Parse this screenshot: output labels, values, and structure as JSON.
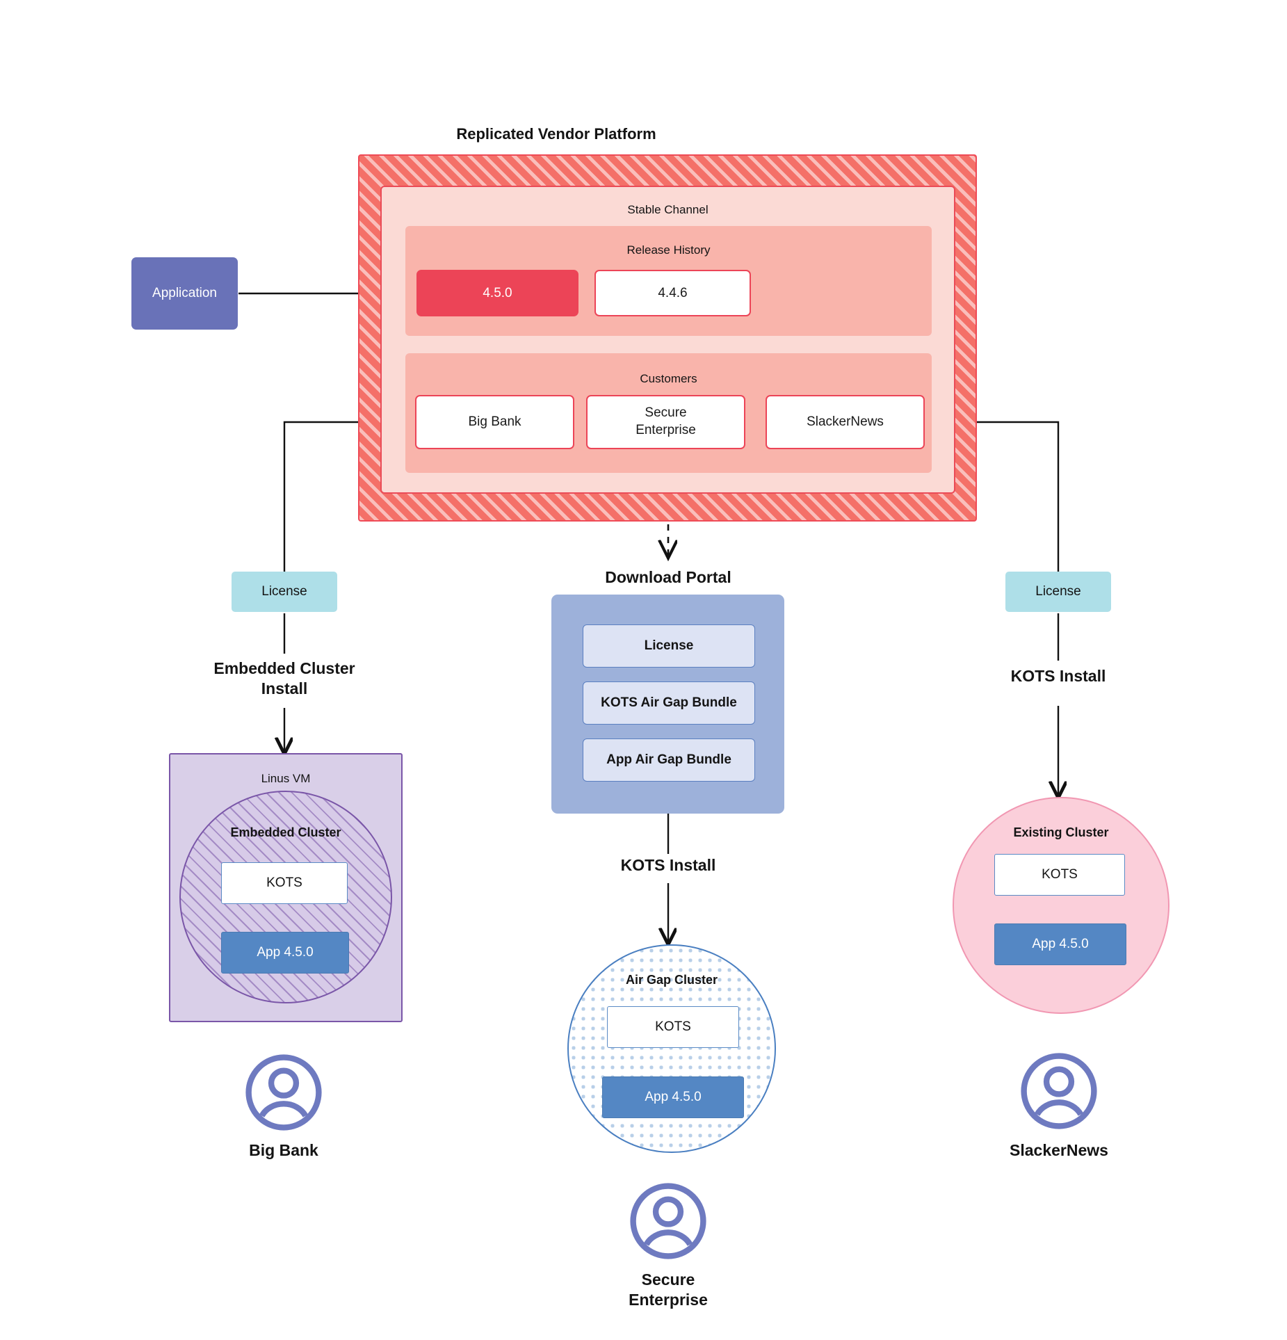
{
  "diagram": {
    "title": "Replicated Vendor Platform"
  },
  "application": {
    "label": "Application"
  },
  "vendor_platform": {
    "title": "Replicated Vendor Platform",
    "channel": {
      "label": "Stable Channel",
      "release_history": {
        "label": "Release History",
        "releases": [
          {
            "version": "4.5.0",
            "state": "current"
          },
          {
            "version": "4.4.6",
            "state": "previous"
          }
        ]
      },
      "customers": {
        "label": "Customers",
        "items": [
          {
            "name": "Big Bank"
          },
          {
            "name": "Secure\nEnterprise"
          },
          {
            "name": "SlackerNews"
          }
        ]
      }
    }
  },
  "licenses": {
    "left_label": "License",
    "right_label": "License"
  },
  "install_labels": {
    "left": "Embedded Cluster\nInstall",
    "center": "KOTS Install",
    "right": "KOTS Install"
  },
  "download_portal": {
    "title": "Download  Portal",
    "items": [
      {
        "label": "License"
      },
      {
        "label": "KOTS Air Gap Bundle"
      },
      {
        "label": "App Air Gap Bundle"
      }
    ]
  },
  "clusters": {
    "left": {
      "vm_label": "Linus VM",
      "cluster_label": "Embedded Cluster",
      "kots_label": "KOTS",
      "app_label": "App 4.5.0"
    },
    "center": {
      "cluster_label": "Air Gap Cluster",
      "kots_label": "KOTS",
      "app_label": "App 4.5.0"
    },
    "right": {
      "cluster_label": "Existing Cluster",
      "kots_label": "KOTS",
      "app_label": "App 4.5.0"
    }
  },
  "end_users": [
    {
      "name": "Big Bank",
      "icon": "user-avatar-icon"
    },
    {
      "name": "Secure\nEnterprise",
      "icon": "user-avatar-icon"
    },
    {
      "name": "SlackerNews",
      "icon": "user-avatar-icon"
    }
  ],
  "colors": {
    "platform_accent": "#ef4a56",
    "release_current": "#ec4457",
    "license": "#aedfe8",
    "portal": "#9db1da",
    "app_primary": "#6972b8",
    "app_version": "#5487c4",
    "vm": "#d9cfe8",
    "existing_cluster": "#fbcfda"
  }
}
